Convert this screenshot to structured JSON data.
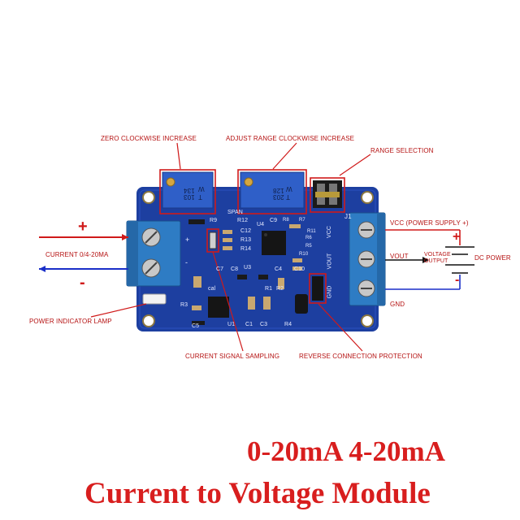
{
  "annotations": {
    "zero": "ZERO CLOCKWISE INCREASE",
    "adjust_range": "ADJUST RANGE CLOCKWISE INCREASE",
    "range_selection": "RANGE SELECTION",
    "current_input": "CURRENT 0/4-20MA",
    "vcc_supply": "VCC (POWER SUPPLY +)",
    "vout": "VOUT",
    "voltage_output": "VOLTAGE OUTPUT",
    "dc_power": "DC POWER",
    "gnd": "GND",
    "power_lamp": "POWER INDICATOR LAMP",
    "current_sampling": "CURRENT SIGNAL SAMPLING",
    "reverse_protection": "REVERSE CONNECTION PROTECTION"
  },
  "symbols": {
    "plus": "+",
    "minus": "-"
  },
  "board_labels": {
    "pot1_code": "103",
    "pot1_w": "W",
    "pot1_num": "134",
    "pot1_t": "T",
    "pot2_code": "203",
    "pot2_w": "W",
    "pot2_num": "128",
    "pot2_t": "T",
    "span": "SPAN",
    "r9": "R9",
    "r12": "R12",
    "c12": "C12",
    "r13": "R13",
    "r14": "R14",
    "u4": "U4",
    "c9": "C9",
    "r8": "R8",
    "r7": "R7",
    "r6": "R6",
    "r5": "R5",
    "r10": "R10",
    "r11": "R11",
    "c10": "C10",
    "c7": "C7",
    "c8": "C8",
    "c4": "C4",
    "u3": "U3",
    "r1": "R1",
    "r2": "R2",
    "r3": "R3",
    "c5": "C5",
    "c1": "C1",
    "c3": "C3",
    "u1": "U1",
    "r4": "R4",
    "j1": "J1",
    "vcc": "VCC",
    "vout": "VOUT",
    "gnd": "GND",
    "cal": "cal",
    "bplus": "+",
    "bminus": "-"
  },
  "titles": {
    "line1": "0-20mA 4-20mA",
    "line2": "Current to Voltage Module"
  },
  "colors": {
    "board": "#1d3fa0",
    "terminal": "#2e7cc4",
    "pot": "#2f5fc8",
    "annotation": "#b51212",
    "title": "#d81e1e",
    "wire_pos": "#d01a1a",
    "wire_neg": "#1a2fc8"
  }
}
